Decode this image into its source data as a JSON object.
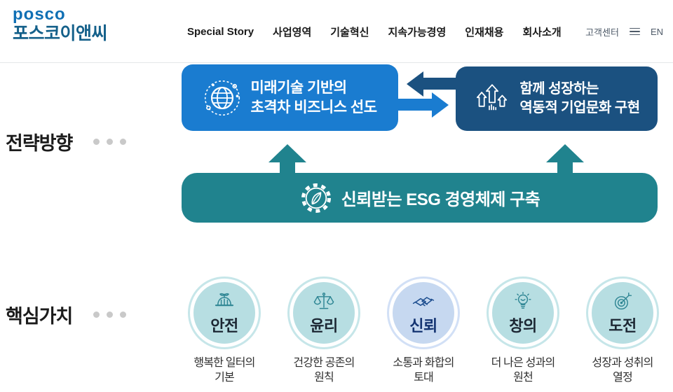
{
  "header": {
    "logo_line1": "posco",
    "logo_line2": "포스코이앤씨",
    "nav": [
      {
        "label": "Special Story"
      },
      {
        "label": "사업영역"
      },
      {
        "label": "기술혁신"
      },
      {
        "label": "지속가능경영"
      },
      {
        "label": "인재채용"
      },
      {
        "label": "회사소개"
      }
    ],
    "customer_center": "고객센터",
    "menu_icon": "hamburger-icon",
    "lang": "EN"
  },
  "strategy": {
    "title": "전략방향",
    "tech_box": {
      "icon": "globe-orbit-icon",
      "line1": "미래기술 기반의",
      "line2": "초격차 비즈니스 선도"
    },
    "culture_box": {
      "icon": "growth-arrows-icon",
      "line1": "함께 성장하는",
      "line2": "역동적 기업문화 구현"
    },
    "exchange_icon": "swap-arrows-icon",
    "esg_banner": {
      "icon": "gear-leaf-icon",
      "label": "신뢰받는 ESG 경영체제 구축"
    }
  },
  "core_values": {
    "title": "핵심가치",
    "items": [
      {
        "name": "안전",
        "icon": "safety-helmet-icon",
        "desc_line1": "행복한 일터의",
        "desc_line2": "기본"
      },
      {
        "name": "윤리",
        "icon": "scales-icon",
        "desc_line1": "건강한 공존의",
        "desc_line2": "원칙"
      },
      {
        "name": "신뢰",
        "icon": "handshake-icon",
        "desc_line1": "소통과 화합의",
        "desc_line2": "토대"
      },
      {
        "name": "창의",
        "icon": "lightbulb-icon",
        "desc_line1": "더 나은 성과의",
        "desc_line2": "원천"
      },
      {
        "name": "도전",
        "icon": "target-arrow-icon",
        "desc_line1": "성장과 성취의",
        "desc_line2": "열정"
      }
    ]
  },
  "colors": {
    "logo_blue": "#0f6fb4",
    "logo_teal_blue": "#14608a",
    "card_blue": "#1a7cd0",
    "card_navy": "#1b5180",
    "esg_teal": "#20838e",
    "circle_teal_fill": "#b7dee2",
    "circle_teal_ring": "#c6e6e9",
    "circle_blue_fill": "#c6d8f0",
    "circle_blue_ring": "#d2e0f6",
    "icon_teal": "#2f8694",
    "icon_navy": "#1d4e8f"
  }
}
